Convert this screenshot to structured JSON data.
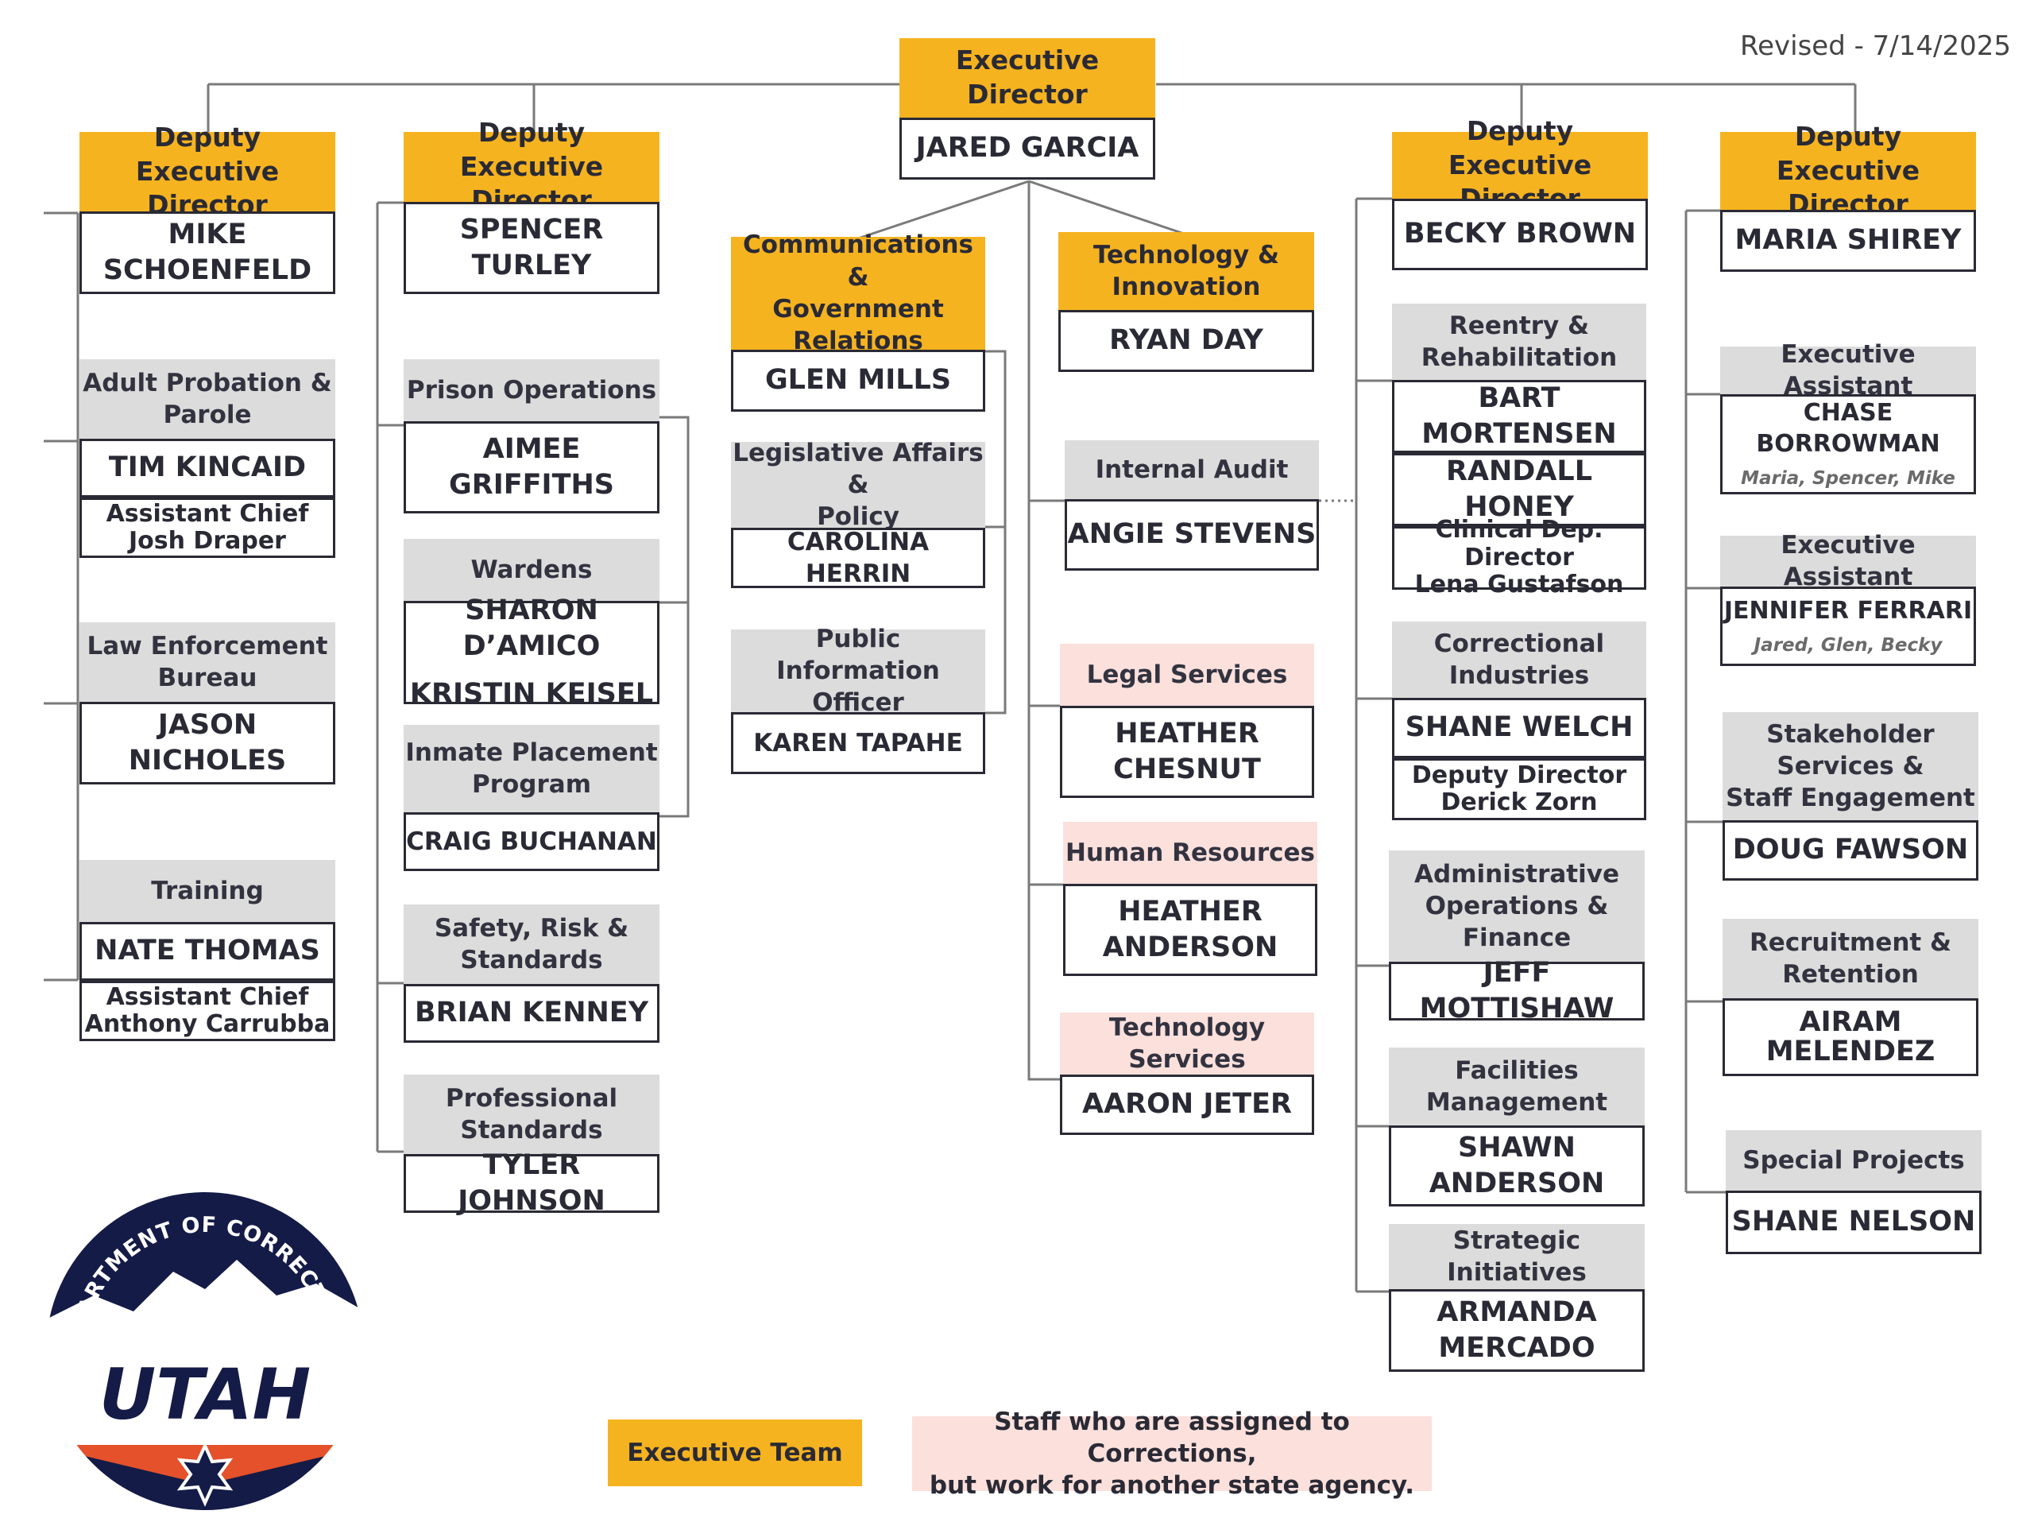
{
  "revised": "Revised - 7/14/2025",
  "director": {
    "title": "Executive\nDirector",
    "name": "JARED GARCIA"
  },
  "col1": {
    "ded_title": "Deputy Executive\nDirector",
    "ded_name": "MIKE\nSCHOENFELD",
    "adult_title": "Adult Probation &\nParole",
    "adult_name": "TIM KINCAID",
    "adult_sub": "Assistant Chief\nJosh Draper",
    "leb_title": "Law Enforcement\nBureau",
    "leb_name": "JASON\nNICHOLES",
    "training_title": "Training",
    "training_name": "NATE THOMAS",
    "training_sub": "Assistant Chief\nAnthony Carrubba"
  },
  "col2": {
    "ded_title": "Deputy Executive\nDirector",
    "ded_name": "SPENCER\nTURLEY",
    "prison_title": "Prison Operations",
    "prison_name": "AIMEE\nGRIFFITHS",
    "wardens_title": "Wardens",
    "wardens_name1": "SHARON D’AMICO",
    "wardens_name2": "KRISTIN KEISEL",
    "inmate_title": "Inmate Placement\nProgram",
    "inmate_name": "CRAIG BUCHANAN",
    "safety_title": "Safety, Risk &\nStandards",
    "safety_name": "BRIAN KENNEY",
    "prof_title": "Professional\nStandards",
    "prof_name": "TYLER JOHNSON"
  },
  "col3": {
    "comm_title": "Communications &\nGovernment\nRelations",
    "comm_name": "GLEN MILLS",
    "leg_title": "Legislative Affairs &\nPolicy",
    "leg_name": "CAROLINA HERRIN",
    "pio_title": "Public Information\nOfficer",
    "pio_name": "KAREN TAPAHE"
  },
  "col4": {
    "tech_title": "Technology &\nInnovation",
    "tech_name": "RYAN DAY",
    "audit_title": "Internal Audit",
    "audit_name": "ANGIE STEVENS",
    "legal_title": "Legal Services",
    "legal_name": "HEATHER\nCHESNUT",
    "hr_title": "Human Resources",
    "hr_name": "HEATHER\nANDERSON",
    "techsvc_title": "Technology Services",
    "techsvc_name": "AARON JETER"
  },
  "col5": {
    "ded_title": "Deputy Executive\nDirector",
    "ded_name": "BECKY BROWN",
    "reentry_title": "Reentry &\nRehabilitation",
    "reentry_name1": "BART\nMORTENSEN",
    "reentry_name2": "RANDALL HONEY",
    "reentry_sub": "Clinical Dep. Director\nLena Gustafson",
    "ci_title": "Correctional\nIndustries",
    "ci_name": "SHANE WELCH",
    "ci_sub": "Deputy Director\nDerick Zorn",
    "admin_title": "Administrative\nOperations &\nFinance",
    "admin_name": "JEFF MOTTISHAW",
    "fac_title": "Facilities\nManagement",
    "fac_name": "SHAWN\nANDERSON",
    "si_title": "Strategic Initiatives",
    "si_name": "ARMANDA\nMERCADO"
  },
  "col6": {
    "ded_title": "Deputy Executive\nDirector",
    "ded_name": "MARIA SHIREY",
    "ea1_title": "Executive Assistant",
    "ea1_name": "CHASE\nBORROWMAN",
    "ea1_sub": "Maria, Spencer, Mike",
    "ea2_title": "Executive Assistant",
    "ea2_name": "JENNIFER FERRARI",
    "ea2_sub": "Jared, Glen, Becky",
    "stake_title": "Stakeholder\nServices &\nStaff Engagement",
    "stake_name": "DOUG FAWSON",
    "recruit_title": "Recruitment &\nRetention",
    "recruit_name": "AIRAM\nMELENDEZ",
    "special_title": "Special Projects",
    "special_name": "SHANE NELSON"
  },
  "legend": {
    "exec": "Executive Team",
    "other": "Staff who are assigned to Corrections,\nbut work for another state agency."
  },
  "logo": {
    "ring_text": "DEPARTMENT OF CORRECTIONS",
    "name": "UTAH"
  },
  "colors": {
    "gold": "#f6b320",
    "gray": "#dcdcdc",
    "pink": "#fbe0dc",
    "navy": "#141b47",
    "orange": "#e4512a"
  }
}
